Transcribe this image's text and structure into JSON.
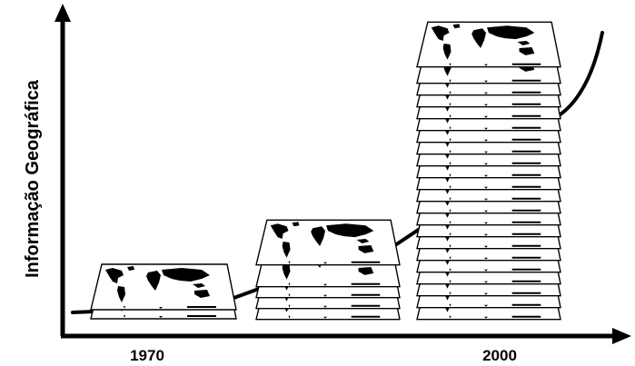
{
  "y_axis_label": "Informação Geográfica",
  "x_axis_labels": [
    "1970",
    "2000"
  ],
  "colors": {
    "ink": "#000000",
    "sheet": "#ffffff",
    "land": "#000000"
  },
  "icons": {
    "map_sheet": "world-map-icon"
  },
  "map_stacks": [
    {
      "label": "1970",
      "sheet_count": 2
    },
    {
      "label": "",
      "sheet_count": 5
    },
    {
      "label": "2000",
      "sheet_count": 22
    }
  ]
}
